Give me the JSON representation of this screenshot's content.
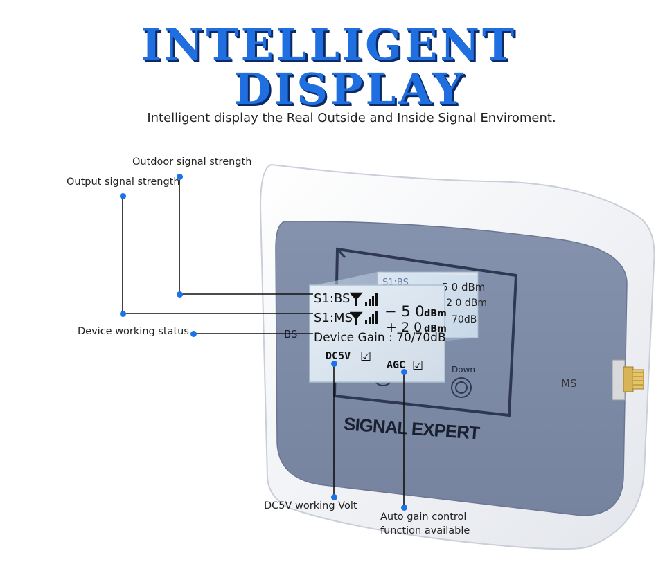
{
  "header": {
    "title_line1": "INTELLIGENT",
    "title_line2": "DISPLAY",
    "subtitle": "Intelligent display the Real Outside and Inside Signal Enviroment."
  },
  "callouts": {
    "outdoor": "Outdoor signal strength",
    "output": "Output signal strength",
    "status": "Device working status",
    "dc5v": "DC5V working Volt",
    "agc_line1": "Auto gain control",
    "agc_line2": "function available"
  },
  "device": {
    "brand": "SIGNAL EXPERT",
    "port_bs": "BS",
    "port_ms": "MS",
    "button_down": "Down"
  },
  "lcd": {
    "row1_label": "S1:BS",
    "row1_value": "− 5 0",
    "row1_unit": "dBm",
    "row2_label": "S1:MS",
    "row2_value": "+ 2 0",
    "row2_unit": "dBm",
    "row3": "Device Gain : 70/70dB",
    "dc5v": "DC5V",
    "agc": "AGC",
    "check": "☑"
  },
  "colors": {
    "accent": "#1f6fe0",
    "callout_dot": "#1a73e8",
    "panel": "#7d8aa8"
  }
}
